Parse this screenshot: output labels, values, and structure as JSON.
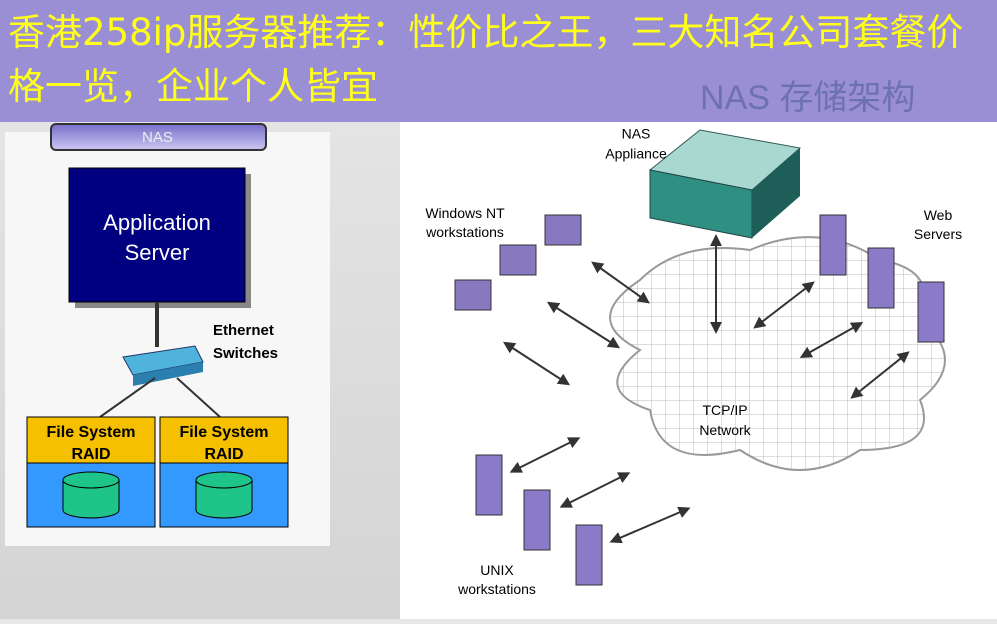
{
  "overlay_title": "香港258ip服务器推荐：性价比之王，三大知名公司套餐价格一览，企业个人皆宜",
  "slide_title": "NAS 存储架构",
  "nas_tab": "NAS",
  "left_diagram": {
    "server": [
      "Application",
      "Server"
    ],
    "switch": [
      "Ethernet",
      "Switches"
    ],
    "storage": [
      {
        "line1": "File System",
        "line2": "RAID"
      },
      {
        "line1": "File System",
        "line2": "RAID"
      }
    ]
  },
  "right_diagram": {
    "nas": [
      "NAS",
      "Appliance"
    ],
    "windows": [
      "Windows NT",
      "workstations"
    ],
    "web": [
      "Web",
      "Servers"
    ],
    "network": [
      "TCP/IP",
      "Network"
    ],
    "unix": [
      "UNIX",
      "workstations"
    ]
  }
}
